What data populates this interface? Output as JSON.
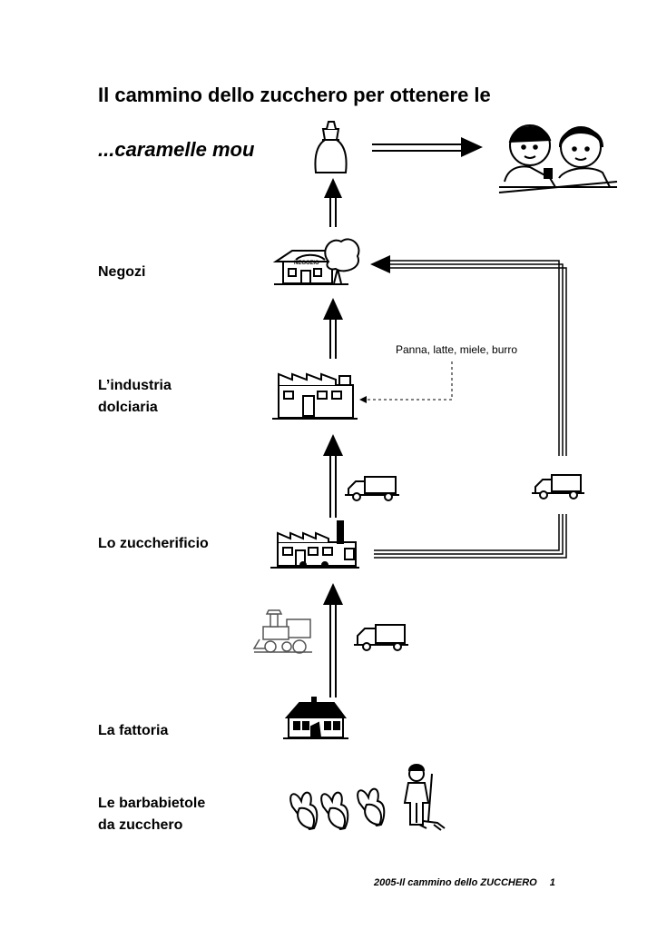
{
  "title": {
    "line1": "Il cammino dello zucchero per ottenere le",
    "line2": "...caramelle mou"
  },
  "stages": {
    "negozi": "Negozi",
    "industria_1": "L’industria",
    "industria_2": "dolciaria",
    "zuccherificio": "Lo zuccherificio",
    "fattoria": "La fattoria",
    "barbabietole_1": "Le barbabietole",
    "barbabietole_2": "da zucchero"
  },
  "shop_sign": "NEGOZIO",
  "ingredients_note": "Panna, latte, miele, burro",
  "footer": {
    "text": "2005-Il cammino dello ZUCCHERO",
    "page": "1"
  },
  "icons": [
    "sugar-bag-icon",
    "children-eating-icon",
    "shop-icon",
    "factory-icon",
    "sugar-refinery-icon",
    "truck-icon",
    "train-icon",
    "farmhouse-icon",
    "sugar-beet-icon",
    "farmer-icon"
  ]
}
